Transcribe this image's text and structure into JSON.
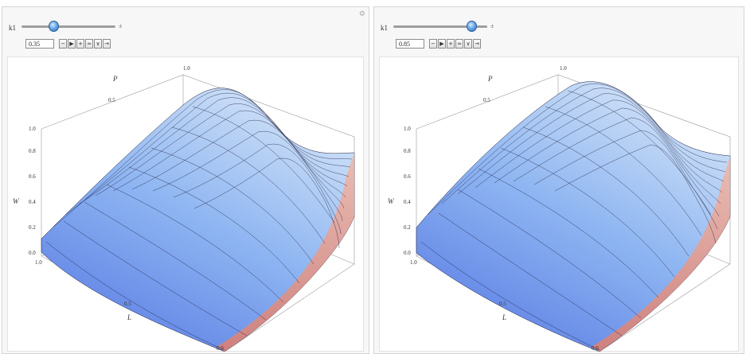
{
  "panels": [
    {
      "slider_label": "k1",
      "slider_value": 0.35,
      "value_text": "0.35",
      "buttons": [
        "−",
        "▶",
        "+",
        "≈",
        "∨",
        "→"
      ],
      "slider_plus": "±",
      "plot": {
        "axis_names": {
          "p": "P",
          "w": "W",
          "l": "L"
        },
        "p_ticks": [
          "1.0",
          "0.5"
        ],
        "w_ticks": [
          "0.0",
          "0.2",
          "0.4",
          "0.6",
          "0.8",
          "1.0"
        ],
        "l_ticks": [
          "1.0",
          "0.5",
          "0.0"
        ]
      }
    },
    {
      "slider_label": "k1",
      "slider_value": 0.85,
      "value_text": "0.85",
      "buttons": [
        "−",
        "▶",
        "+",
        "≈",
        "∨",
        "→"
      ],
      "slider_plus": "±",
      "plot": {
        "axis_names": {
          "p": "P",
          "w": "W",
          "l": "L"
        },
        "p_ticks": [
          "1.0",
          "0.5"
        ],
        "w_ticks": [
          "0.0",
          "0.2",
          "0.4",
          "0.6",
          "0.8",
          "1.0"
        ],
        "l_ticks": [
          "1.0",
          "0.5",
          "0.0"
        ]
      }
    }
  ],
  "icons": {
    "gear": "gear-icon"
  },
  "colors": {
    "surface_top": "#a9c9f2",
    "surface_mid": "#6e9be6",
    "surface_low": "#5b5bd6",
    "edge": "#e89a86",
    "mesh": "#1a1a3a"
  }
}
